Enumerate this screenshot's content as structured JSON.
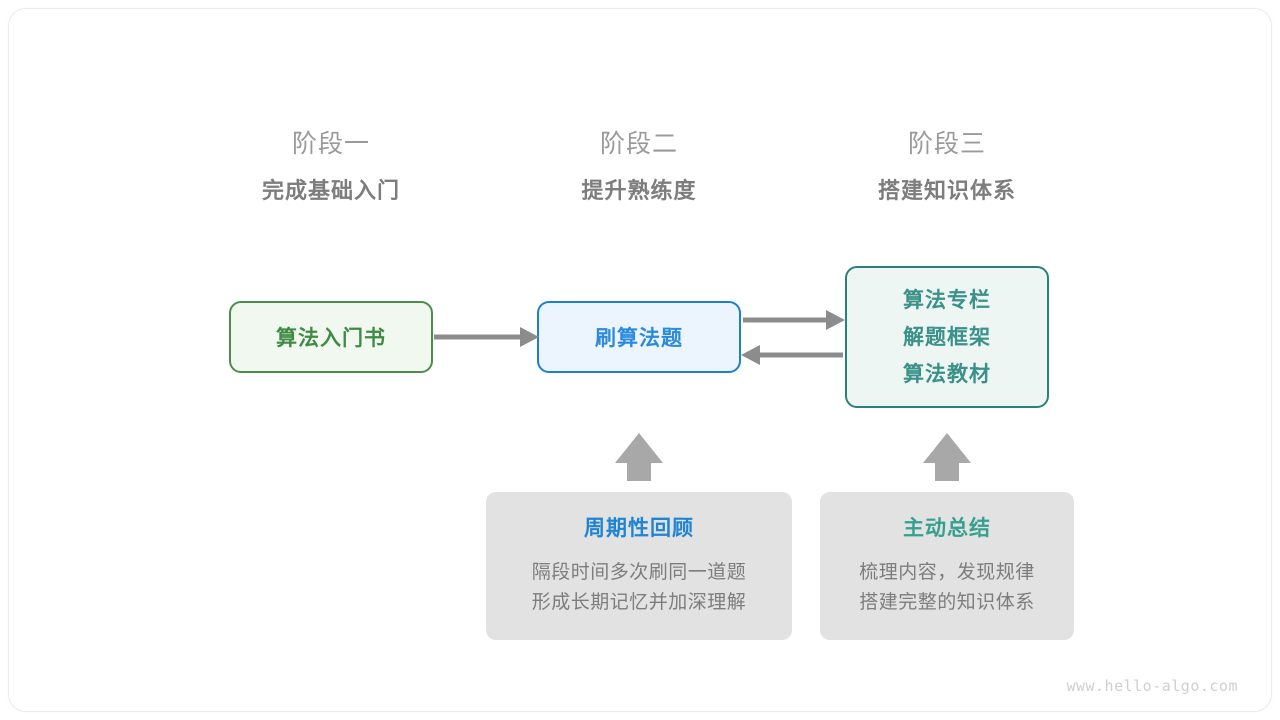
{
  "stages": [
    {
      "number": "阶段一",
      "title": "完成基础入门"
    },
    {
      "number": "阶段二",
      "title": "提升熟练度"
    },
    {
      "number": "阶段三",
      "title": "搭建知识体系"
    }
  ],
  "boxes": {
    "book": {
      "label": "算法入门书",
      "border_color": "#4e8c4e",
      "fill_color": "#f1f8f0",
      "text_color": "#3f8a45"
    },
    "practice": {
      "label": "刷算法题",
      "border_color": "#1b7fd4",
      "fill_color": "#ecf5fd",
      "text_color": "#2a8ade"
    },
    "resources": {
      "lines": [
        "算法专栏",
        "解题框架",
        "算法教材"
      ],
      "border_color": "#2a807b",
      "fill_color": "#eef6f4",
      "text_color": "#3a9189"
    }
  },
  "panels": [
    {
      "title": "周期性回顾",
      "title_color": "#1f84d4",
      "lines": [
        "隔段时间多次刷同一道题",
        "形成长期记忆并加深理解"
      ]
    },
    {
      "title": "主动总结",
      "title_color": "#35a08f",
      "lines": [
        "梳理内容，发现规律",
        "搭建完整的知识体系"
      ]
    }
  ],
  "arrows": {
    "color": "#8c8c8c",
    "items": [
      {
        "name": "book-to-practice",
        "direction": "right"
      },
      {
        "name": "practice-to-resources",
        "direction": "right"
      },
      {
        "name": "resources-to-practice",
        "direction": "left"
      },
      {
        "name": "review-to-practice",
        "direction": "up"
      },
      {
        "name": "summary-to-resources",
        "direction": "up"
      }
    ]
  },
  "watermark": "www.hello-algo.com"
}
